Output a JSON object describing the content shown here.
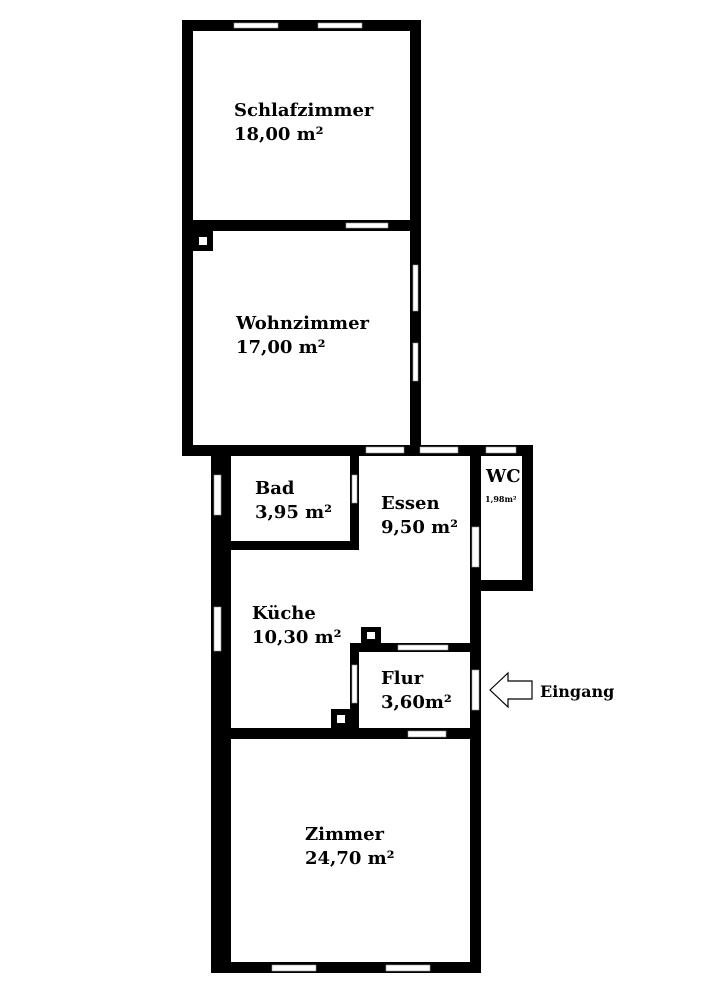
{
  "rooms": {
    "schlafzimmer": {
      "name": "Schlafzimmer",
      "area": "18,00 m²"
    },
    "wohnzimmer": {
      "name": "Wohnzimmer",
      "area": "17,00 m²"
    },
    "bad": {
      "name": "Bad",
      "area": "3,95 m²"
    },
    "essen": {
      "name": "Essen",
      "area": "9,50 m²"
    },
    "wc": {
      "name": "WC",
      "area": "1,98m²"
    },
    "kueche": {
      "name": "Küche",
      "area": "10,30 m²"
    },
    "flur": {
      "name": "Flur",
      "area": "3,60m²"
    },
    "zimmer": {
      "name": "Zimmer",
      "area": "24,70 m²"
    }
  },
  "entrance": {
    "label": "Eingang"
  },
  "colors": {
    "wall": "#000000",
    "window": "#ffffff",
    "background": "#ffffff"
  }
}
